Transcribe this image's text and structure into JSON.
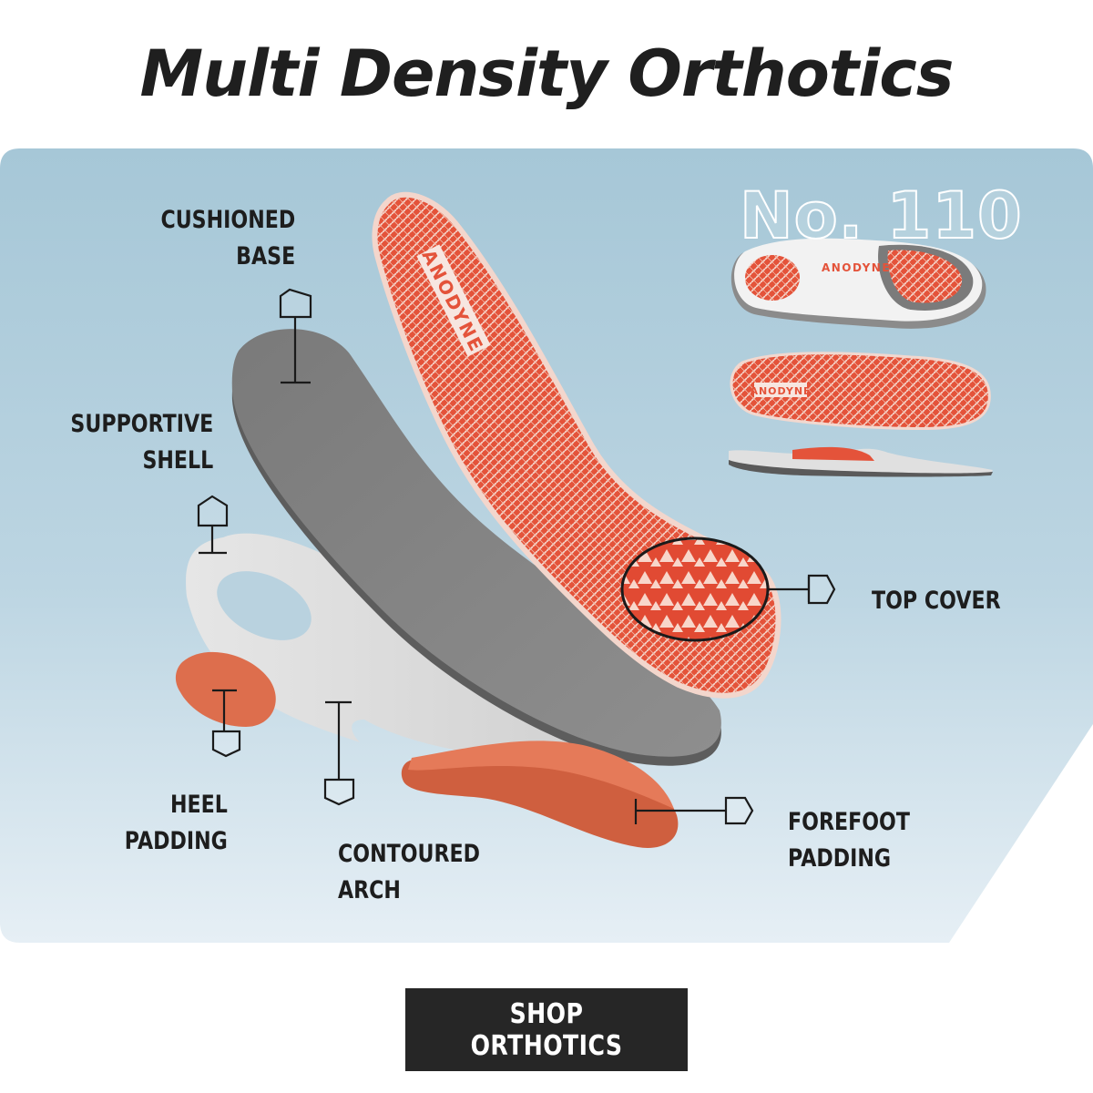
{
  "title": "Multi Density Orthotics",
  "badge": "No. 110",
  "brand": "ANODYNE",
  "labels": {
    "cushioned_base": [
      "CUSHIONED",
      "BASE"
    ],
    "supportive_shell": [
      "SUPPORTIVE",
      "SHELL"
    ],
    "heel_padding": [
      "HEEL",
      "PADDING"
    ],
    "contoured_arch": [
      "CONTOURED",
      "ARCH"
    ],
    "top_cover": [
      "TOP COVER"
    ],
    "forefoot_padding": [
      "FOREFOOT",
      "PADDING"
    ]
  },
  "cta": {
    "label": "SHOP ORTHOTICS"
  },
  "colors": {
    "accent_orange": "#e4533a",
    "pad_orange": "#df7150",
    "shell_gray": "#808080",
    "arch_light": "#dcdcdc",
    "panel_top": "#a7c8d8",
    "panel_bottom": "#e4eef4",
    "button_bg": "#262626"
  }
}
